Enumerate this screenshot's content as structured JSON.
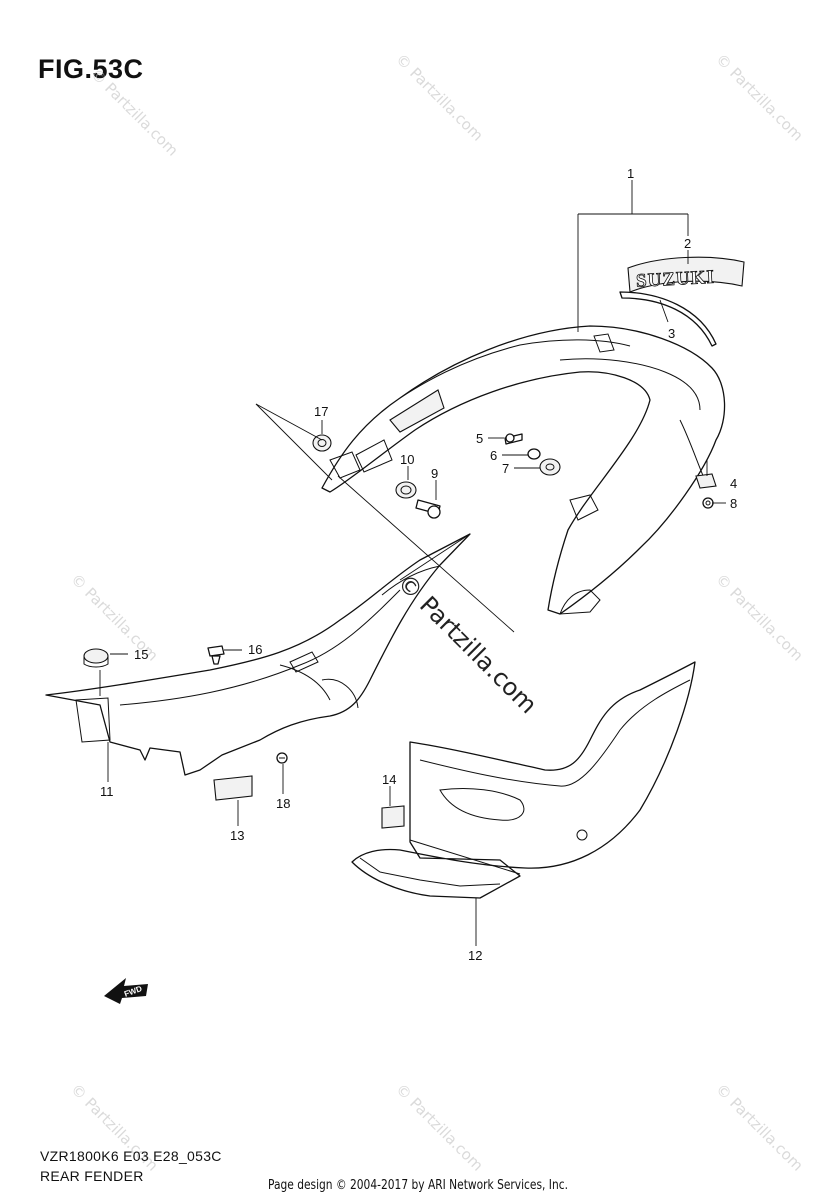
{
  "figure": {
    "title": "FIG.53C",
    "model_code": "VZR1800K6 E03 E28_053C",
    "section_name": "REAR FENDER"
  },
  "footer": {
    "copyright": "Page design © 2004-2017 by ARI Network Services, Inc."
  },
  "watermark": {
    "text": "© Partzilla.com"
  },
  "decal": {
    "brand_text": "SUZUKI"
  },
  "direction_arrow": {
    "label": "FWD"
  },
  "callouts": [
    "1",
    "2",
    "3",
    "4",
    "5",
    "6",
    "7",
    "8",
    "9",
    "10",
    "11",
    "12",
    "13",
    "14",
    "15",
    "16",
    "17",
    "18"
  ],
  "colors": {
    "line": "#111111",
    "watermark": "#bdbdbd",
    "background": "#ffffff"
  }
}
